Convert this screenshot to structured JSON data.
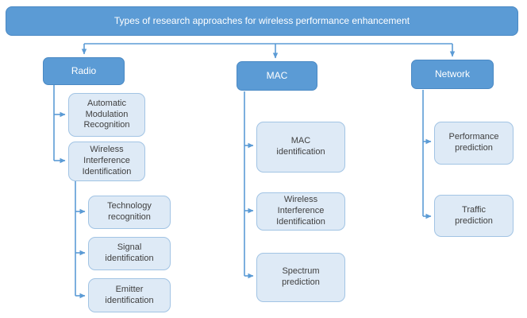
{
  "diagram": {
    "title": "Types of research approaches for wireless performance enhancement",
    "branches": [
      {
        "label": "Radio",
        "children": [
          {
            "label": "Automatic Modulation Recognition"
          },
          {
            "label": "Wireless Interference Identification",
            "children": [
              {
                "label": "Technology recognition"
              },
              {
                "label": "Signal identification"
              },
              {
                "label": "Emitter identification"
              }
            ]
          }
        ]
      },
      {
        "label": "MAC",
        "children": [
          {
            "label": "MAC identification"
          },
          {
            "label": "Wireless Interference Identification"
          },
          {
            "label": "Spectrum prediction"
          }
        ]
      },
      {
        "label": "Network",
        "children": [
          {
            "label": "Performance prediction"
          },
          {
            "label": "Traffic prediction"
          }
        ]
      }
    ],
    "colors": {
      "node_fill": "#5b9bd5",
      "node_border": "#4a89c4",
      "leaf_fill": "#deeaf6",
      "leaf_border": "#a2c4e4",
      "connector": "#5b9bd5",
      "title_text": "#ffffff",
      "leaf_text": "#3f3f3f"
    }
  }
}
